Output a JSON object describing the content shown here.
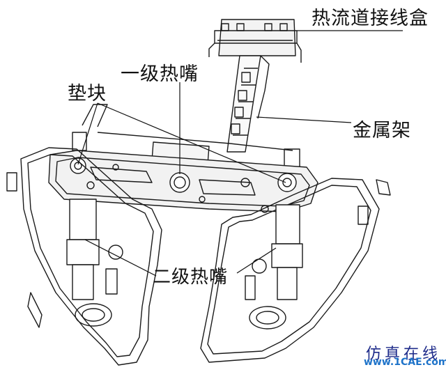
{
  "labels": {
    "junction_box": "热流道接线盒",
    "nozzle_primary": "一级热嘴",
    "pad": "垫块",
    "metal_frame": "金属架",
    "nozzle_secondary": "二级热嘴"
  },
  "watermark": {
    "text": "仿真在线",
    "url": "www.1CAE.com",
    "color": "#1e2b8a",
    "url_color": "#1e73c9"
  }
}
